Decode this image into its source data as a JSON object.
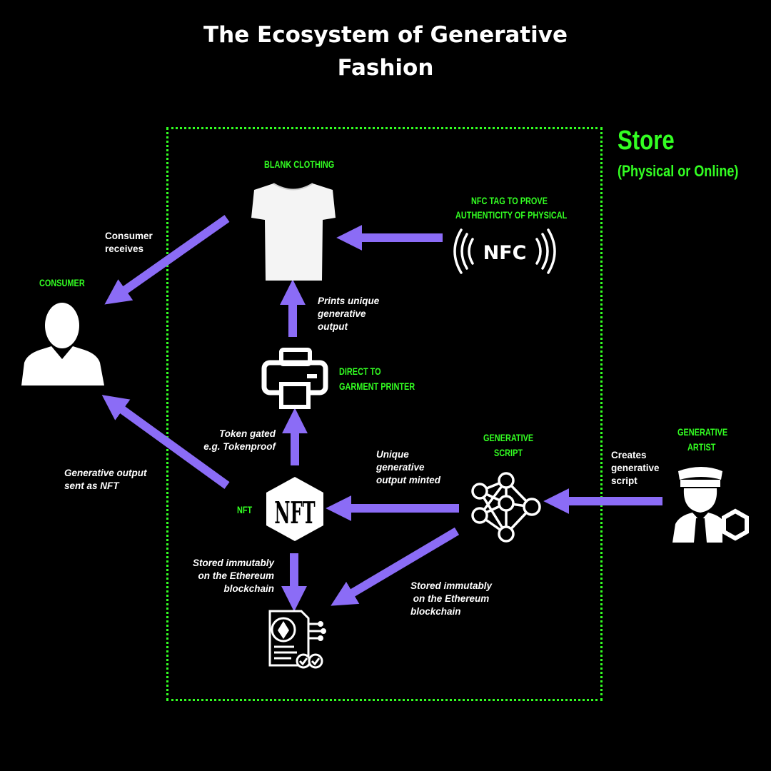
{
  "title_line1": "The Ecosystem of Generative",
  "title_line2": "Fashion",
  "store": {
    "title": "Store",
    "subtitle": "(Physical or Online)"
  },
  "nodes": {
    "blank_clothing": "BLANK CLOTHING",
    "nfc_tag_line1": "NFC TAG TO PROVE",
    "nfc_tag_line2": "AUTHENTICITY OF PHYSICAL",
    "nfc_icon_text": "NFC",
    "consumer": "CONSUMER",
    "printer_line1": "DIRECT TO",
    "printer_line2": "GARMENT PRINTER",
    "script_line1": "GENERATIVE",
    "script_line2": "SCRIPT",
    "artist_line1": "GENERATIVE",
    "artist_line2": "ARTIST",
    "nft": "NFT",
    "nft_icon_text": "NFT"
  },
  "edges": {
    "consumer_receives": "Consumer\nreceives",
    "prints_unique": "Prints unique\ngenerative\noutput",
    "token_gated": "Token gated\ne.g. Tokenproof",
    "generative_output_nft": "Generative output\nsent as NFT",
    "unique_minted": "Unique\ngenerative\noutput minted",
    "creates_script": "Creates\ngenerative\nscript",
    "stored_nft": "Stored immutably\non the Ethereum\nblockchain",
    "stored_script": "Stored immutably\n on the Ethereum\nblockchain"
  },
  "colors": {
    "arrow": "#8b6cf6",
    "accent": "#33ff22",
    "background": "#000000"
  }
}
